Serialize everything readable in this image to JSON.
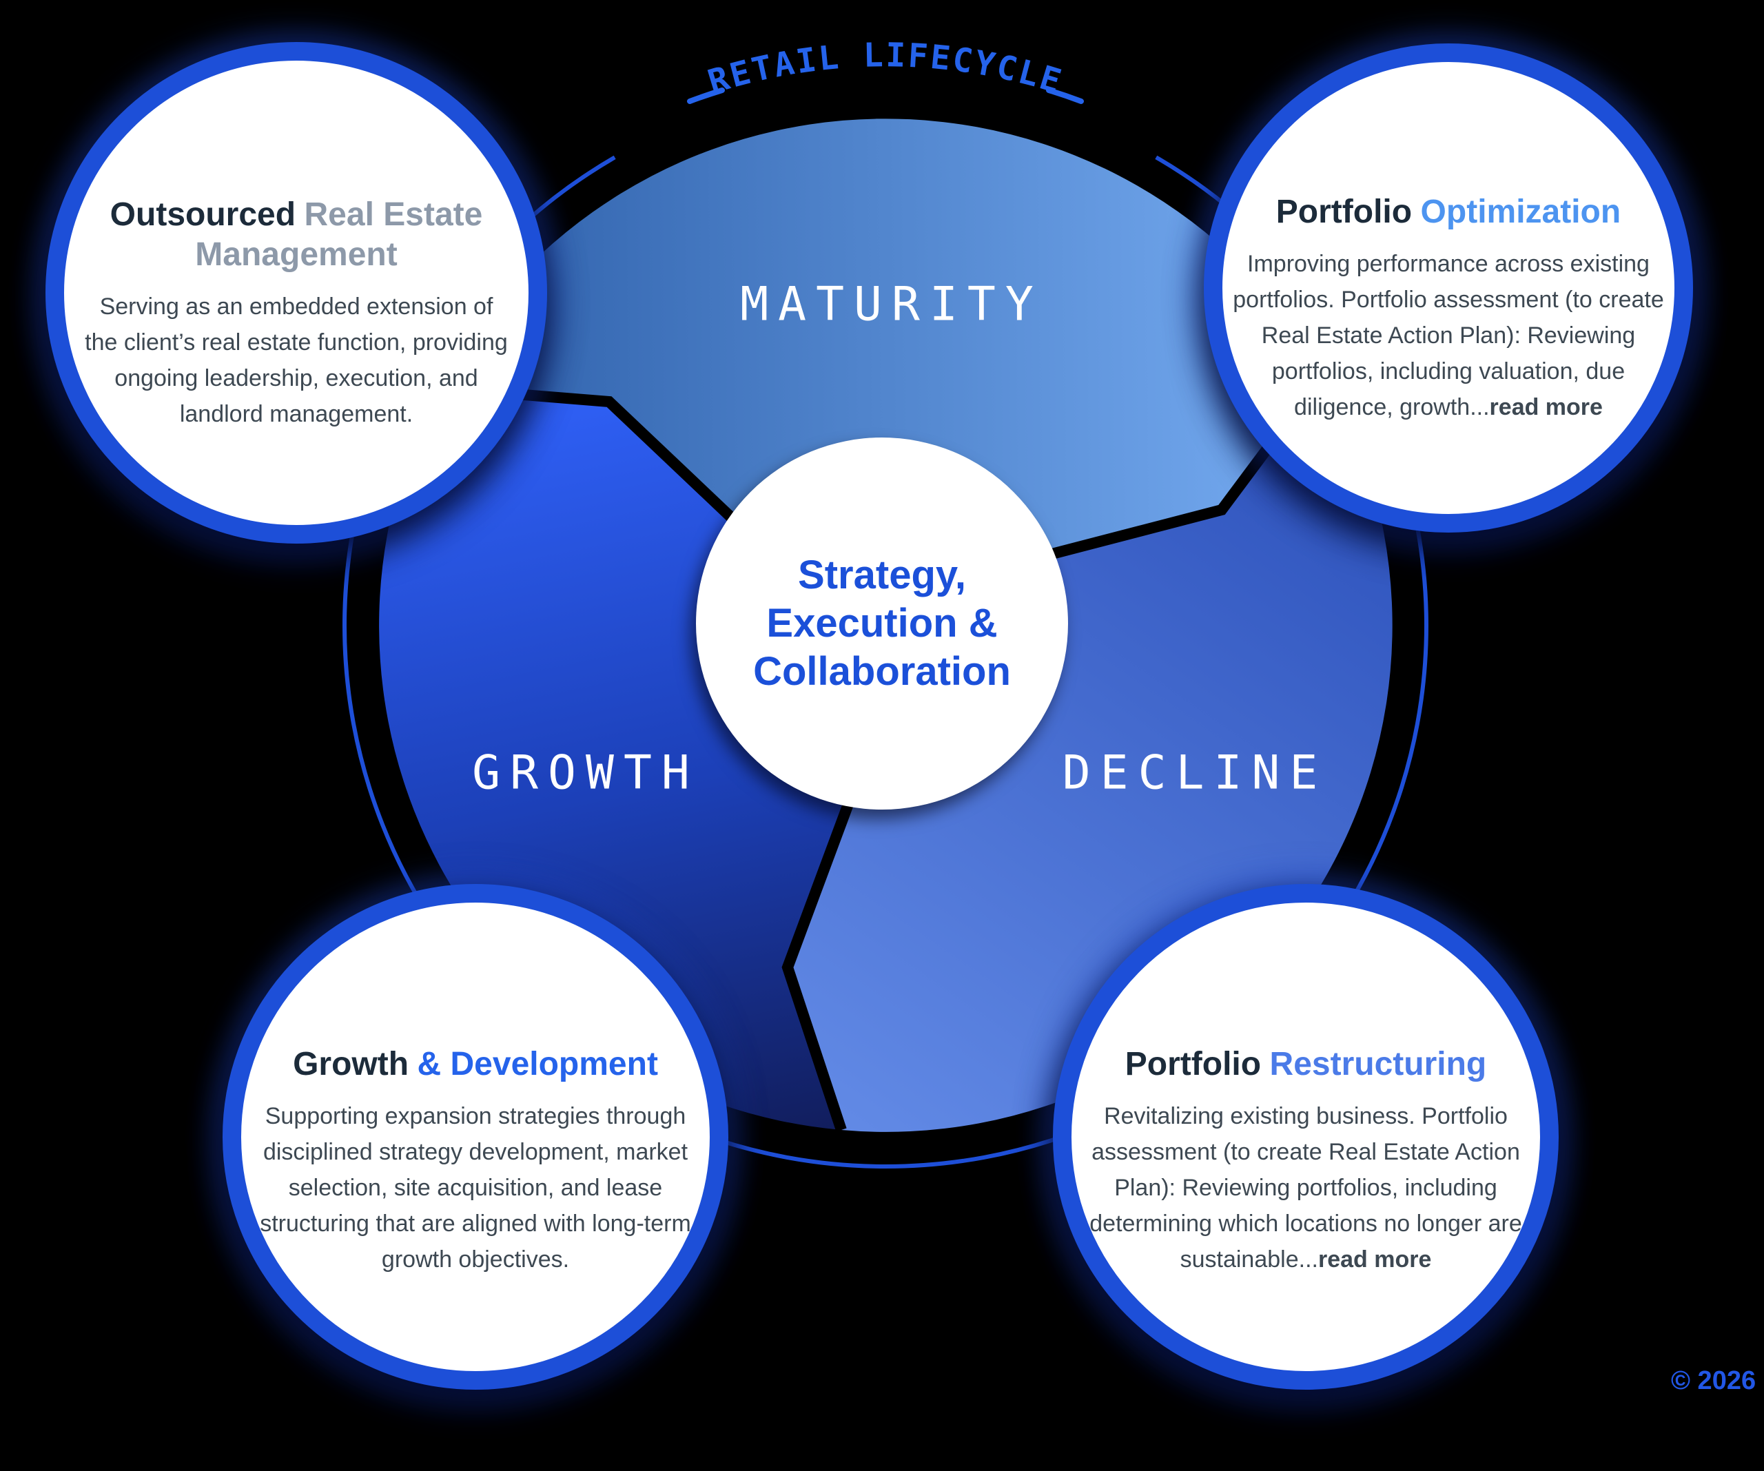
{
  "page": {
    "arc_title": "RETAIL LIFECYCLE",
    "copyright": "© 2026"
  },
  "center": {
    "line1": "Strategy,",
    "line2": "Execution &",
    "line3": "Collaboration"
  },
  "segments": [
    {
      "id": "maturity",
      "label": "MATURITY"
    },
    {
      "id": "growth",
      "label": "GROWTH"
    },
    {
      "id": "decline",
      "label": "DECLINE"
    }
  ],
  "satellites": [
    {
      "id": "outsourced-real-estate-management",
      "title_primary": "Outsourced",
      "title_accent": "Real Estate Management",
      "body": "Serving as an embedded extension of the client’s real estate function, providing ongoing leadership, execution, and landlord management.",
      "read_more": ""
    },
    {
      "id": "portfolio-optimization",
      "title_primary": "Portfolio",
      "title_accent": "Optimization",
      "body": "Improving performance across existing portfolios.  Portfolio assessment (to create Real Estate Action Plan): Reviewing portfolios, including valuation, due diligence, growth...",
      "read_more": "read more"
    },
    {
      "id": "growth-and-development",
      "title_primary": "Growth",
      "title_accent": "& Development",
      "body": "Supporting expansion strategies through disciplined strategy development, market selection, site acquisition, and lease structuring that are aligned with long-term growth objectives.",
      "read_more": ""
    },
    {
      "id": "portfolio-restructuring",
      "title_primary": "Portfolio",
      "title_accent": "Restructuring",
      "body": "Revitalizing existing business. Portfolio assessment (to create Real Estate Action Plan): Reviewing portfolios, including determining which locations no longer are sustainable...",
      "read_more": "read more"
    }
  ],
  "colors": {
    "background": "#000000",
    "ring_blue": "#1e4fd8",
    "arc_title_blue": "#2563eb",
    "maturity_gradient": [
      "#2d5fa9",
      "#76acf2"
    ],
    "growth_gradient": [
      "#2e5ef2",
      "#1c40b8",
      "#111d5c"
    ],
    "decline_gradient": [
      "#3156bf",
      "#6189e5"
    ],
    "title_dark": "#1c2b3a",
    "accent_gray": "#8d99a9",
    "accent_light_blue": "#4d94f0",
    "accent_blue": "#2563eb",
    "accent_medium_blue": "#4b7be8",
    "body_text": "#3d4852",
    "center_text_blue": "#1b50d9",
    "segment_label_white": "#ffffff",
    "copyright_blue": "#2257e6"
  }
}
